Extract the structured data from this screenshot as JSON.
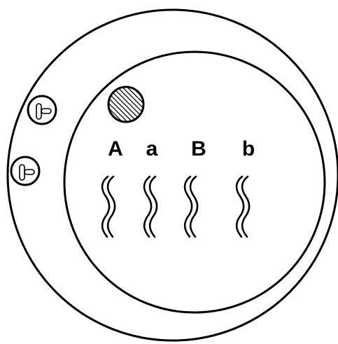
{
  "diagram": {
    "stroke_color": "#000000",
    "fill_color": "#ffffff",
    "labels": [
      "A",
      "a",
      "B",
      "b"
    ],
    "organelles": [
      {
        "name": "centriole",
        "icon": "centriole-icon"
      },
      {
        "name": "centriole",
        "icon": "centriole-icon"
      }
    ],
    "nucleolus_pattern": "hatched"
  }
}
